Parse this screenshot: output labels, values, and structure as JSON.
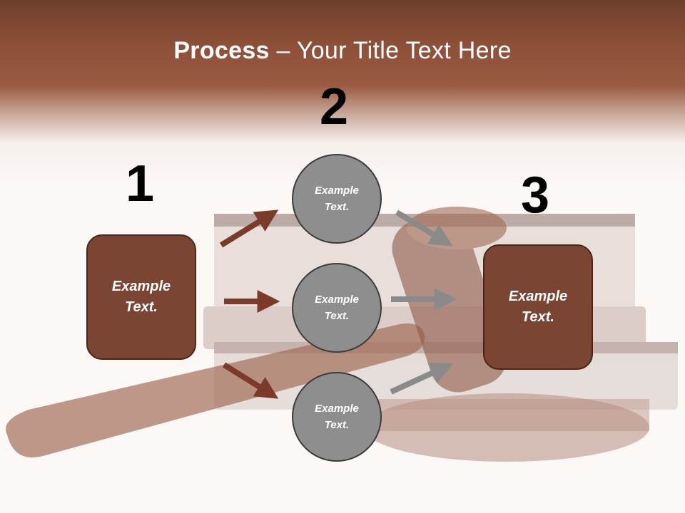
{
  "title": {
    "bold": "Process",
    "rest": " – Your Title Text Here"
  },
  "steps": {
    "one": {
      "number": "1",
      "text": "Example Text."
    },
    "two": {
      "number": "2",
      "circles": [
        "Example Text.",
        "Example Text.",
        "Example Text."
      ]
    },
    "three": {
      "number": "3",
      "text": "Example Text."
    }
  },
  "colors": {
    "box": "#7b4533",
    "circle": "#8e8e8e",
    "arrow_left": "#7b3a2a",
    "arrow_right": "#8a8a8a"
  }
}
